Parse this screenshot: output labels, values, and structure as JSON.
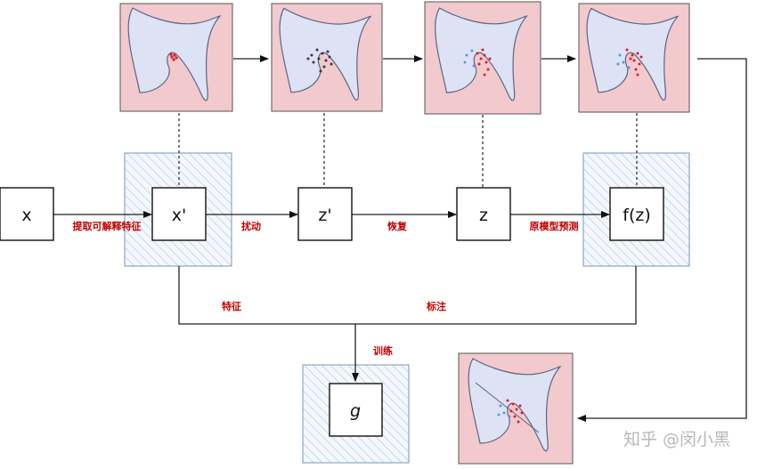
{
  "nodes": {
    "x": "x",
    "x_prime": "x'",
    "z_prime": "z'",
    "z": "z",
    "fz": "f(z)",
    "g": "g"
  },
  "edge_labels": {
    "extract": "提取可解释特征",
    "perturb": "扰动",
    "recover": "恢复",
    "predict": "原模型预测",
    "feature": "特征",
    "label": "标注",
    "train": "训练"
  },
  "watermark": "知乎 @闵小黑",
  "colors": {
    "panel_bg": "#f2c9cc",
    "blob_fill": "#dde3f4",
    "hatch": "#a9c4e0",
    "label_red": "#c00000",
    "dot_red": "#d8202a",
    "dot_blue": "#5a9ad0",
    "dot_dark": "#333844"
  }
}
